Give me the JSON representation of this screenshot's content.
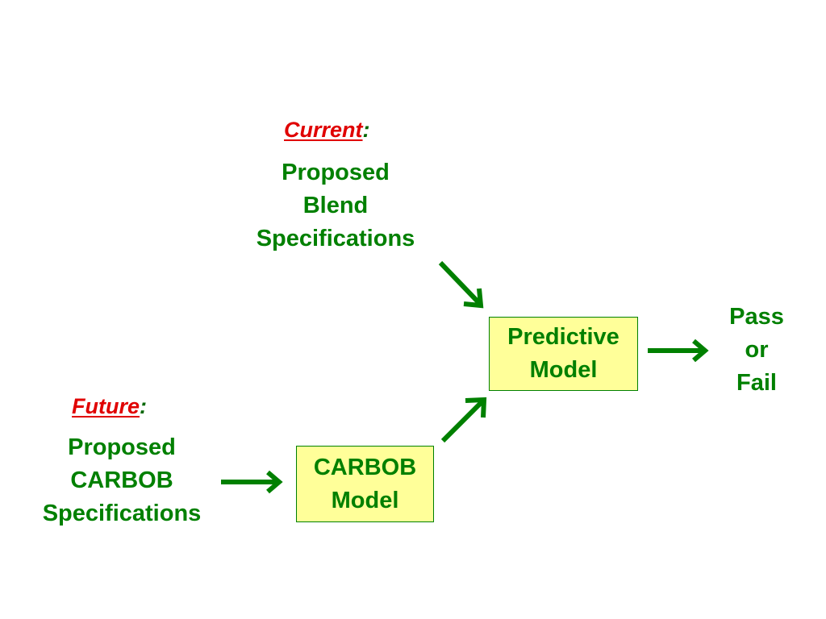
{
  "current": {
    "heading": "Current",
    "colon": ":",
    "lines": [
      "Proposed",
      "Blend",
      "Specifications"
    ]
  },
  "future": {
    "heading": "Future",
    "colon": ":",
    "lines": [
      "Proposed",
      "CARBOB",
      "Specifications"
    ]
  },
  "predictive_model": {
    "lines": [
      "Predictive",
      "Model"
    ]
  },
  "carbob_model": {
    "lines": [
      "CARBOB",
      "Model"
    ]
  },
  "outcome": {
    "lines": [
      "Pass",
      "or",
      "Fail"
    ]
  },
  "colors": {
    "heading_accent": "#e00000",
    "text_green": "#008000",
    "arrow_green": "#008000",
    "box_fill": "#ffff99"
  }
}
